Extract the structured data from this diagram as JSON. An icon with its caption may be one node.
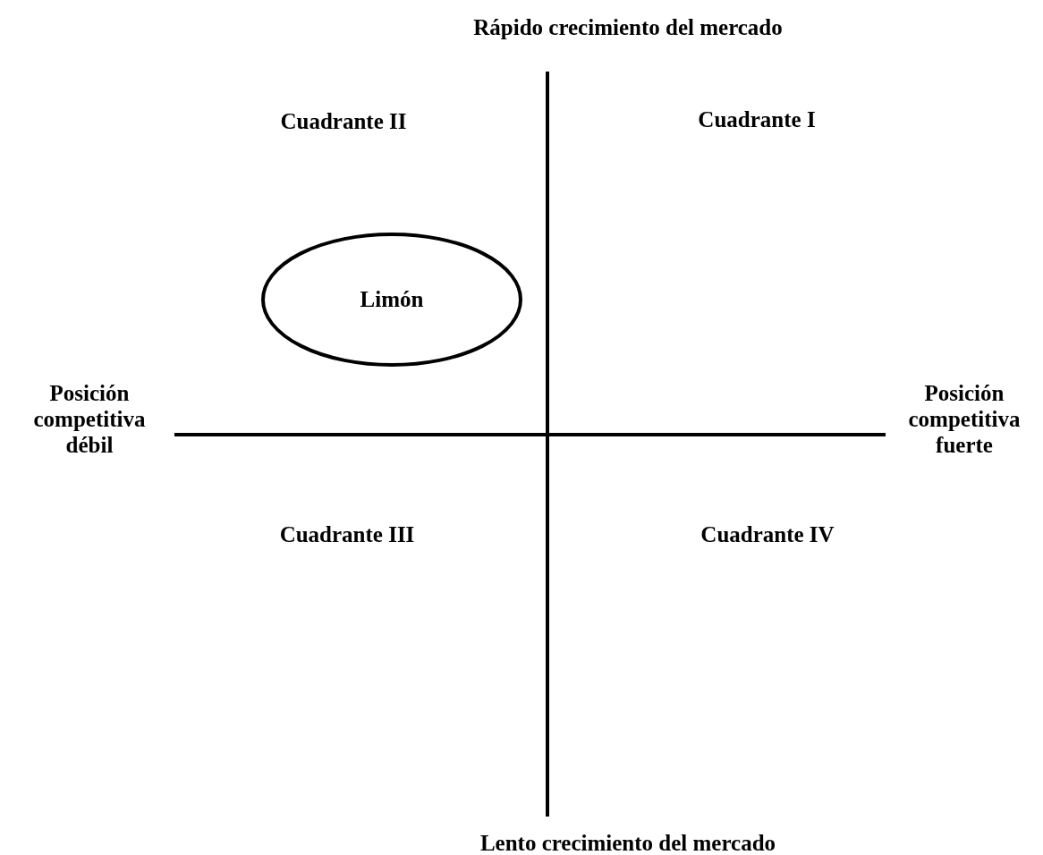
{
  "diagram": {
    "nodes": [
      {
        "text": [
          "Limón"
        ]
      }
    ],
    "labels": [
      "Rápido crecimiento del mercado",
      "Cuadrante II",
      "Cuadrante I",
      "Posición competitiva débil",
      "Posición competitiva fuerte",
      "Cuadrante III",
      "Cuadrante IV",
      "Lento crecimiento del mercado"
    ]
  }
}
